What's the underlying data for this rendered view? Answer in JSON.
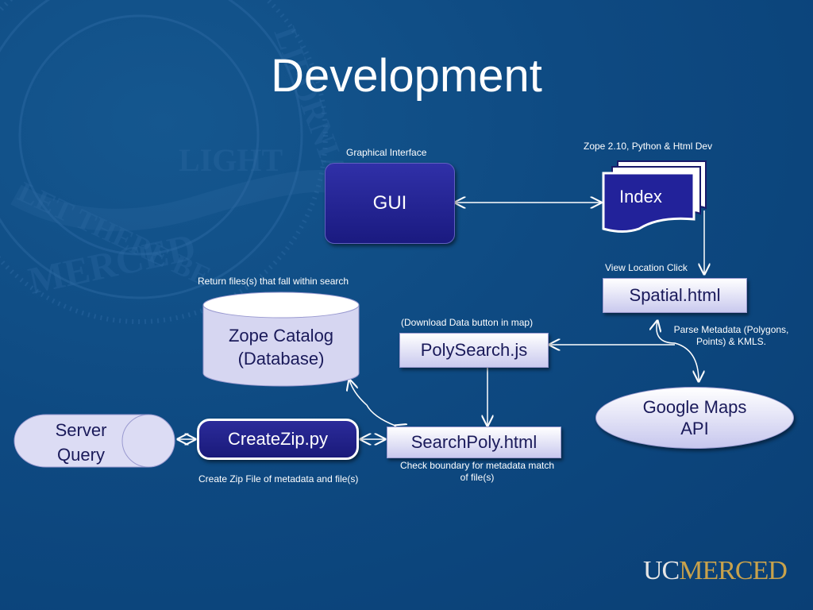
{
  "slide": {
    "title": "Development"
  },
  "nodes": {
    "gui": "GUI",
    "index": "Index",
    "spatial": "Spatial.html",
    "zope_catalog": "Zope Catalog\n(Database)",
    "polysearch": "PolySearch.js",
    "google_maps": "Google Maps\nAPI",
    "server_query": "Server\nQuery",
    "createzip": "CreateZip.py",
    "searchpoly": "SearchPoly.html"
  },
  "notes": {
    "graphical_interface": "Graphical Interface",
    "zope_python": "Zope 2.10, Python & Html Dev",
    "view_location": "View Location Click",
    "return_files": "Return files(s) that fall within search",
    "download_button": "(Download Data button in map)",
    "parse_metadata": "Parse Metadata (Polygons,\nPoints) & KMLS.",
    "check_boundary": "Check boundary for metadata match\nof file(s)",
    "create_zip_note": "Create Zip File of metadata and file(s)"
  },
  "logo": {
    "uc": "UC",
    "merced": "MERCED"
  },
  "colors": {
    "background": "#0d4a85",
    "gui": "#22229a",
    "box": "#dcdcf4",
    "text_dark": "#1a1a5a",
    "logo_gold": "#c8a24c"
  }
}
